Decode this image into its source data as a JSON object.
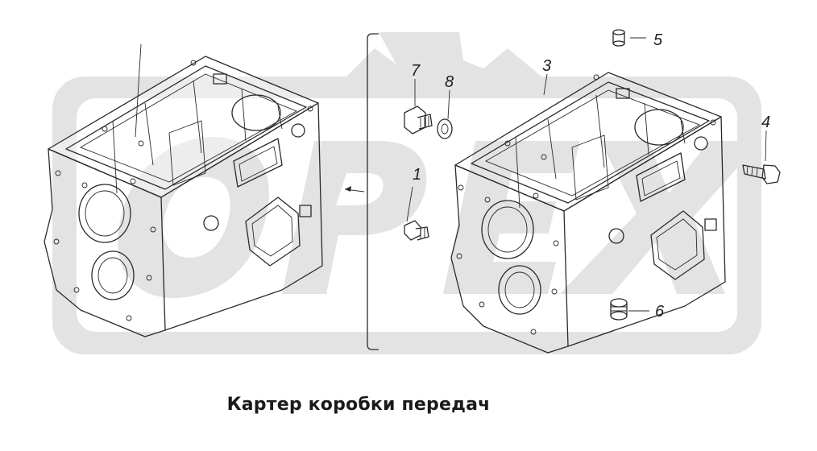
{
  "caption": "Картер коробки передач",
  "callouts": [
    "1",
    "3",
    "4",
    "5",
    "6",
    "7",
    "8"
  ],
  "colors": {
    "watermark": "#e3e3e3",
    "linework": "#2a2a2a",
    "text": "#1a1a1a"
  },
  "icons": {
    "watermark": "opex-gear-watermark-icon",
    "arrow": "direction-arrow-icon"
  }
}
